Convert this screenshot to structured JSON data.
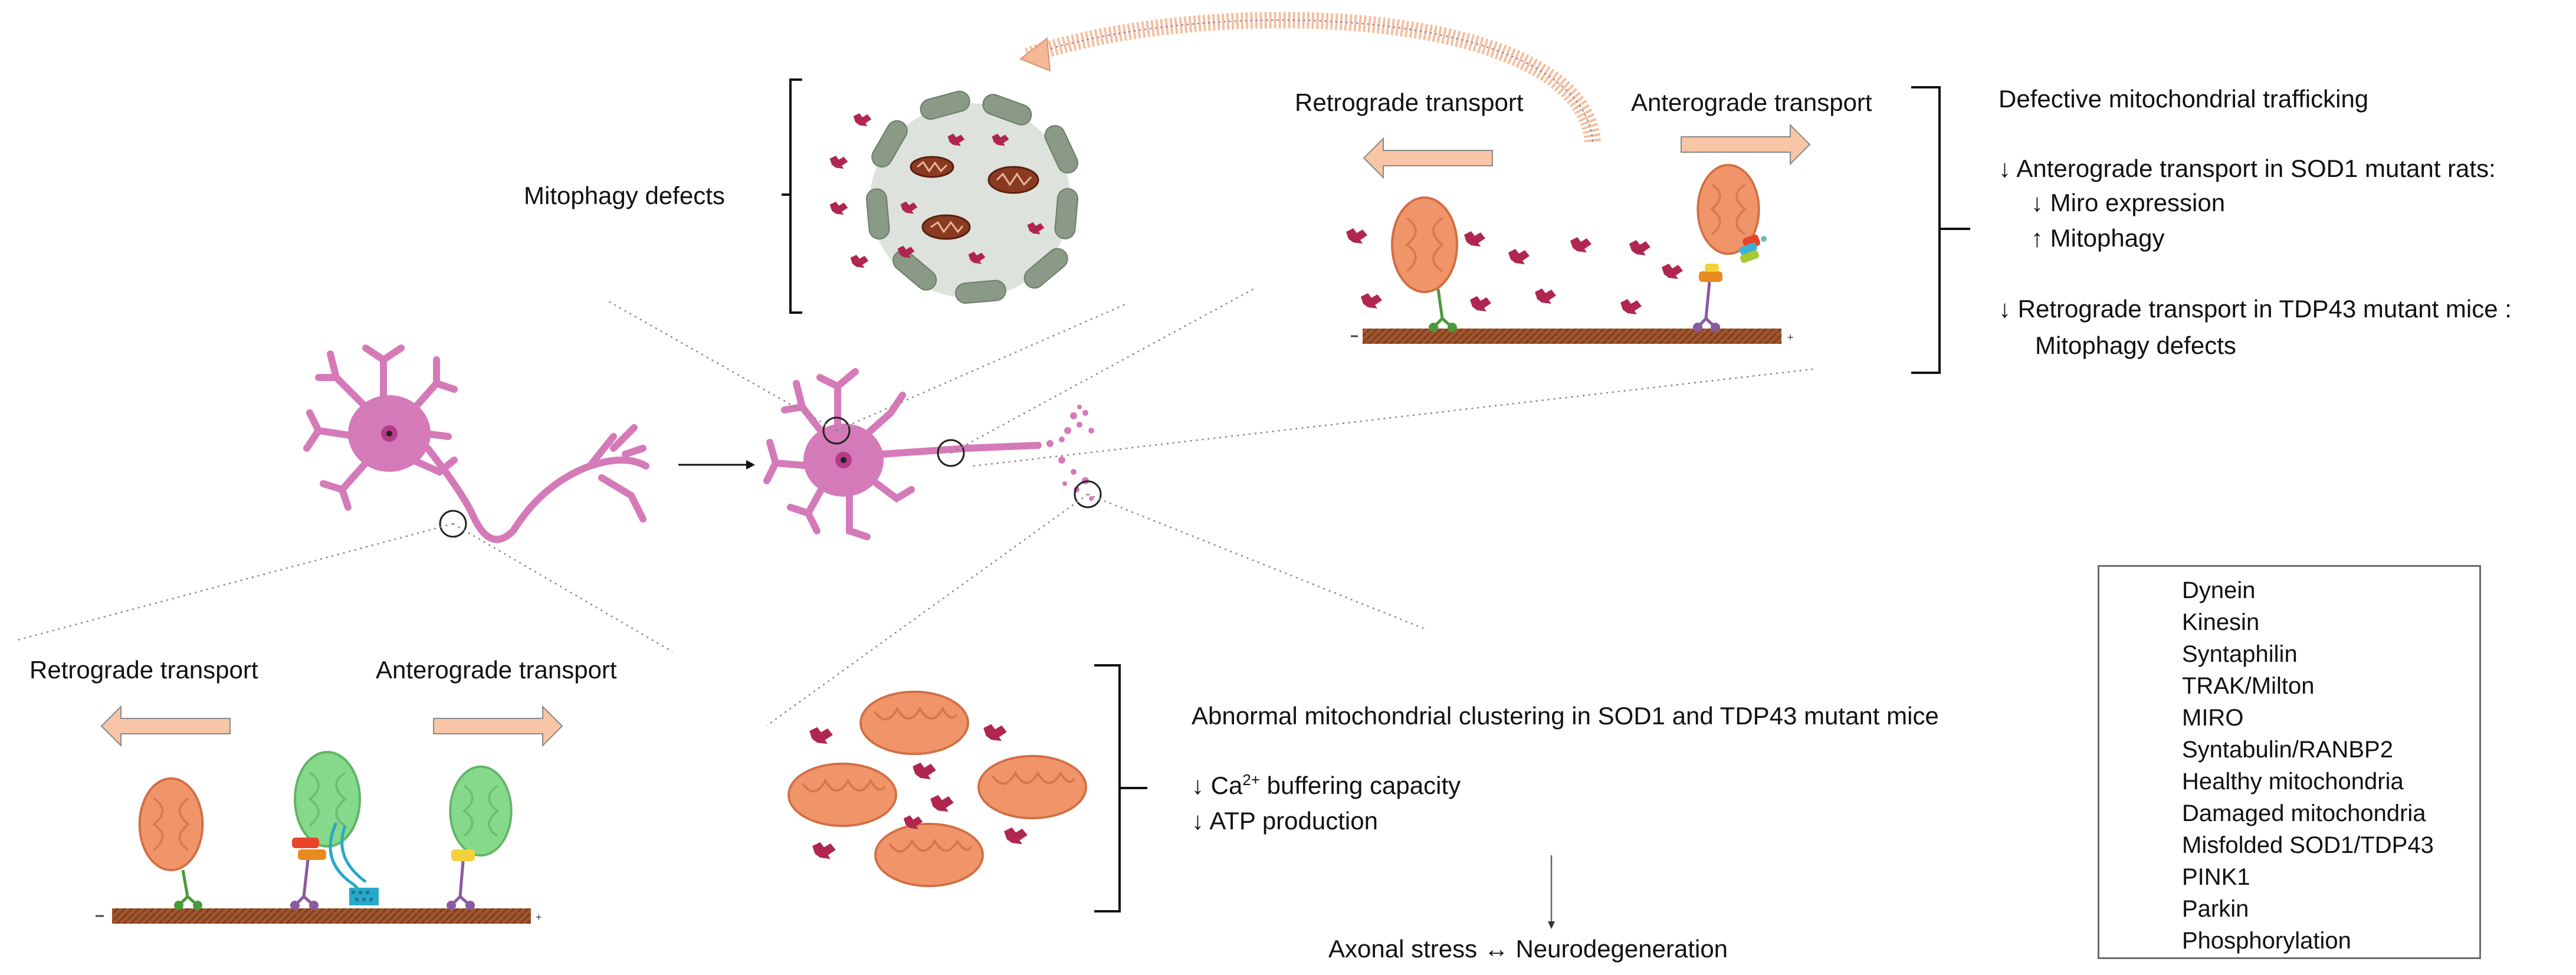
{
  "top_right_panel": {
    "retrograde_label": "Retrograde transport",
    "anterograde_label": "Anterograde transport"
  },
  "mitophagy": {
    "label": "Mitophagy defects"
  },
  "trafficking": {
    "title": "Defective mitochondrial trafficking",
    "line1": "↓ Anterograde transport in SOD1 mutant rats:",
    "line2": "↓ Miro expression",
    "line3": "↑ Mitophagy",
    "line4": "↓ Retrograde transport in TDP43 mutant mice :",
    "line5": "Mitophagy defects"
  },
  "bottom_left_panel": {
    "retrograde_label": "Retrograde transport",
    "anterograde_label": "Anterograde transport"
  },
  "clustering": {
    "title": "Abnormal mitochondrial clustering in SOD1 and TDP43 mutant mice",
    "ca_prefix": "↓ Ca",
    "ca_sup": "2+",
    "ca_suffix": " buffering capacity",
    "atp": "↓ ATP production",
    "outcome": "Axonal stress ↔ Neurodegeneration"
  },
  "legend": {
    "items": [
      {
        "label": "Dynein",
        "icon": "dynein-icon",
        "color": "#4a9a3a"
      },
      {
        "label": "Kinesin",
        "icon": "kinesin-icon",
        "color": "#8a5a9e"
      },
      {
        "label": "Syntaphilin",
        "icon": "syntaphilin-icon",
        "color": "#2aa8c8"
      },
      {
        "label": "TRAK/Milton",
        "icon": "trak-milton-icon",
        "color": "#e88a1e"
      },
      {
        "label": "MIRO",
        "icon": "miro-icon",
        "color": "#e8442a"
      },
      {
        "label": "Syntabulin/RANBP2",
        "icon": "syntabulin-icon",
        "color": "#f2d23a"
      },
      {
        "label": "Healthy mitochondria",
        "icon": "healthy-mitochondria-icon",
        "color": "#86d98a"
      },
      {
        "label": "Damaged mitochondria",
        "icon": "damaged-mitochondria-icon",
        "color": "#f0946a"
      },
      {
        "label": "Misfolded SOD1/TDP43",
        "icon": "misfolded-protein-icon",
        "color": "#b0264e"
      },
      {
        "label": "PINK1",
        "icon": "pink1-icon",
        "color": "#3ab2d8"
      },
      {
        "label": "Parkin",
        "icon": "parkin-icon",
        "color": "#a8c832"
      },
      {
        "label": "Phosphorylation",
        "icon": "phosphorylation-icon",
        "color": "#6ab8b8"
      }
    ]
  },
  "colors": {
    "neuron": "#d57ab8",
    "microtubule": "#a0562e",
    "arrow_fill": "#f8c6a6",
    "damaged_mito": "#f0946a",
    "healthy_mito": "#86d98a",
    "misfolded": "#b0264e",
    "autophagosome": "#8a9a86"
  }
}
